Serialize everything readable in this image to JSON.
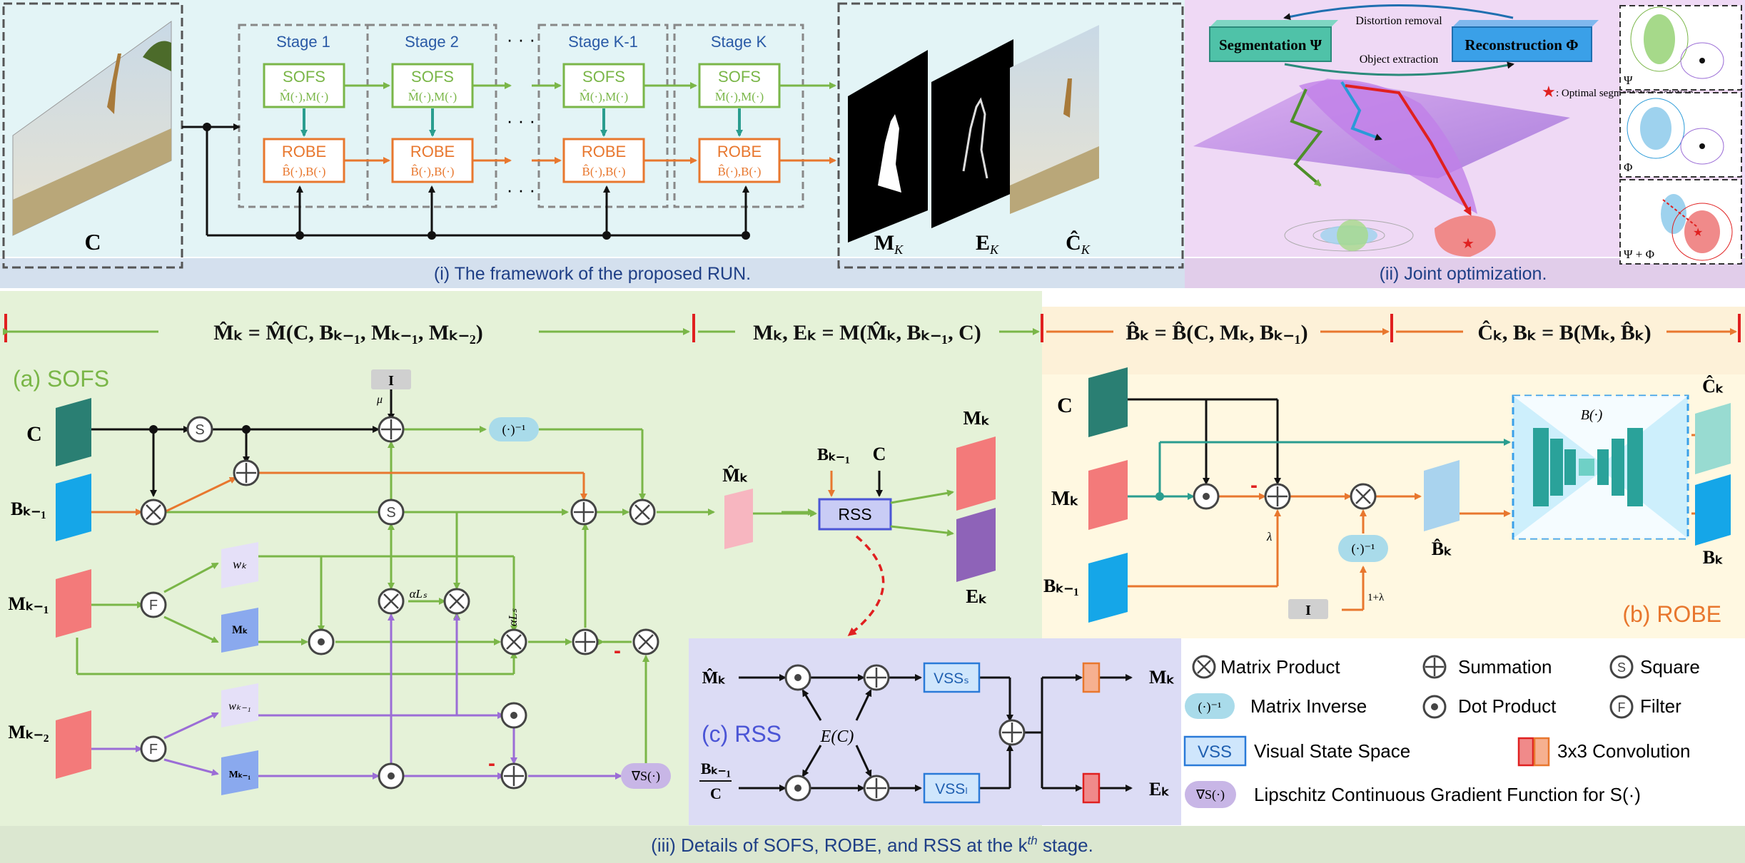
{
  "captions": {
    "top_left": "(i) The framework of the proposed RUN.",
    "top_right": "(ii)  Joint optimization.",
    "bottom": "(iii) Details of SOFS, ROBE, and RSS at the k",
    "bottom_sup": "th",
    "bottom_end": " stage."
  },
  "framework": {
    "stage_labels": [
      "Stage 1",
      "Stage 2",
      "Stage K-1",
      "Stage K"
    ],
    "sofs": "SOFS",
    "sofs_sub": "M̂(·),M(·)",
    "robe": "ROBE",
    "robe_sub": "B̂(·),B(·)",
    "dots": "· · ·",
    "input_label": "C",
    "outputs": [
      "M",
      "E",
      "Ĉ"
    ],
    "output_sub": "K"
  },
  "joint": {
    "seg": "Segmentation Ψ",
    "rec": "Reconstruction Φ",
    "distortion": "Distortion removal",
    "object": "Object extraction",
    "optimal": ": Optimal segmentation solution",
    "thumb_labels": [
      "Ψ",
      "Φ",
      "Ψ + Φ"
    ]
  },
  "formulas": {
    "f1": "M̂ₖ = M̂(C, Bₖ₋₁, Mₖ₋₁, Mₖ₋₂)",
    "f2": "Mₖ, Eₖ = M(M̂ₖ, Bₖ₋₁, C)",
    "f3": "B̂ₖ = B̂(C, Mₖ, Bₖ₋₁)",
    "f4": "Ĉₖ, Bₖ = B(Mₖ, B̂ₖ)"
  },
  "sofs": {
    "title": "(a) SOFS",
    "I": "I",
    "mu": "μ",
    "inv": "(·)⁻¹",
    "S": "S",
    "F": "F",
    "wk": "wₖ",
    "Mk_small": "Mₖ",
    "wk1": "wₖ₋₁",
    "Mk1_small": "Mₖ₋₁",
    "aLs": "αLₛ",
    "grad": "∇S(·)",
    "minus": "-",
    "rows": [
      "C",
      "Bₖ₋₁",
      "Mₖ₋₁",
      "Mₖ₋₂"
    ]
  },
  "middle": {
    "Mhat": "M̂ₖ",
    "Bk1": "Bₖ₋₁",
    "C": "C",
    "rss": "RSS",
    "Mk": "Mₖ",
    "Ek": "Eₖ"
  },
  "robe": {
    "title": "(b) ROBE",
    "C": "C",
    "Mk": "Mₖ",
    "Bk1": "Bₖ₋₁",
    "lambda": "λ",
    "one_lambda": "1+λ",
    "I": "I",
    "inv": "(·)⁻¹",
    "B_func": "B(·)",
    "Chat": "Ĉₖ",
    "Bk": "Bₖ",
    "Bhat": "B̂ₖ",
    "minus": "-"
  },
  "rss": {
    "title": "(c) RSS",
    "Mhat": "M̂ₖ",
    "Bk1": "Bₖ₋₁",
    "C": "C",
    "E": "E(C)",
    "vss_s": "VSSₛ",
    "vss_l": "VSSₗ",
    "Mk": "Mₖ",
    "Ek": "Eₖ"
  },
  "legend": {
    "matrix_product": "Matrix Product",
    "summation": "Summation",
    "square": "Square",
    "inverse_sym": "(·)⁻¹",
    "matrix_inverse": "Matrix Inverse",
    "dot_product": "Dot Product",
    "filter": "Filter",
    "vss_sym": "VSS",
    "vss": "Visual State Space",
    "conv": "3x3 Convolution",
    "grad_sym": "∇S(·)",
    "lipschitz": "Lipschitz Continuous Gradient Function for S(·)"
  }
}
